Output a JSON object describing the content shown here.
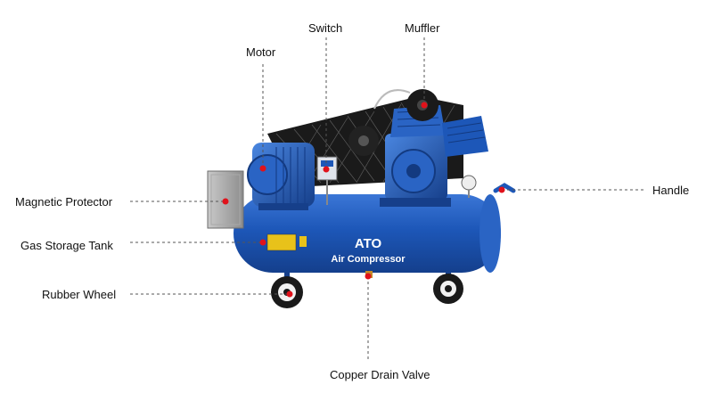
{
  "diagram": {
    "colors": {
      "body_blue": "#1d57b8",
      "dark_blue": "#163f8a",
      "light_blue": "#3b76d6",
      "leader_line": "#555555",
      "marker": "#e0121b"
    },
    "tank_text": {
      "brand": "ATO",
      "product": "Air Compressor"
    },
    "labels": {
      "motor": "Motor",
      "switch": "Switch",
      "muffler": "Muffler",
      "magnetic_protector": "Magnetic Protector",
      "handle": "Handle",
      "gas_storage_tank": "Gas Storage Tank",
      "rubber_wheel": "Rubber Wheel",
      "copper_drain_valve": "Copper Drain Valve"
    }
  }
}
